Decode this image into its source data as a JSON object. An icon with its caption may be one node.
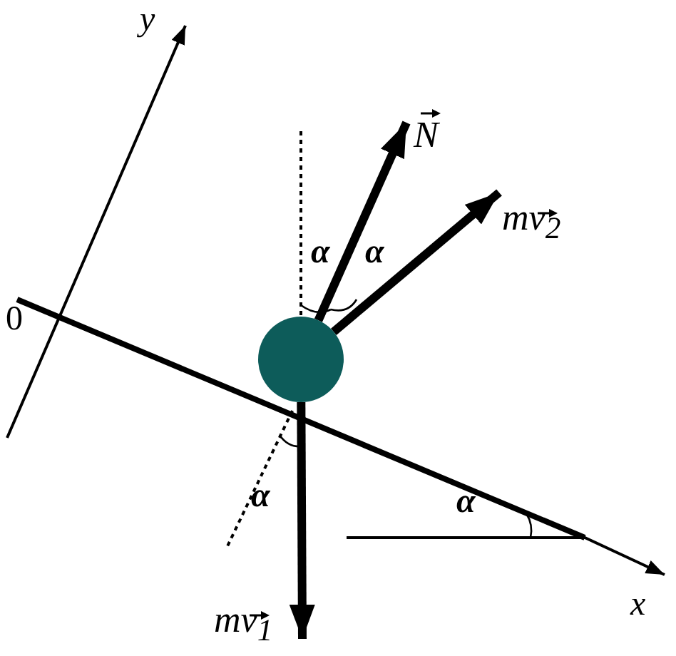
{
  "diagram": {
    "nodes": [
      {
        "text": [],
        "shape": "circle"
      },
      {
        "text": [
          "N"
        ]
      },
      {
        "text": [
          "mv$_{2}$"
        ]
      },
      {
        "text": [
          "mv$_{1}$"
        ]
      }
    ],
    "edges": [
      {
        "from": 0,
        "to": 1,
        "arrow": "to"
      },
      {
        "from": 0,
        "to": 2,
        "arrow": "to"
      },
      {
        "from": 0,
        "to": 3,
        "arrow": "to"
      }
    ],
    "labels": [
      "y",
      "0",
      "α",
      "α",
      "α",
      "α",
      "x"
    ]
  }
}
